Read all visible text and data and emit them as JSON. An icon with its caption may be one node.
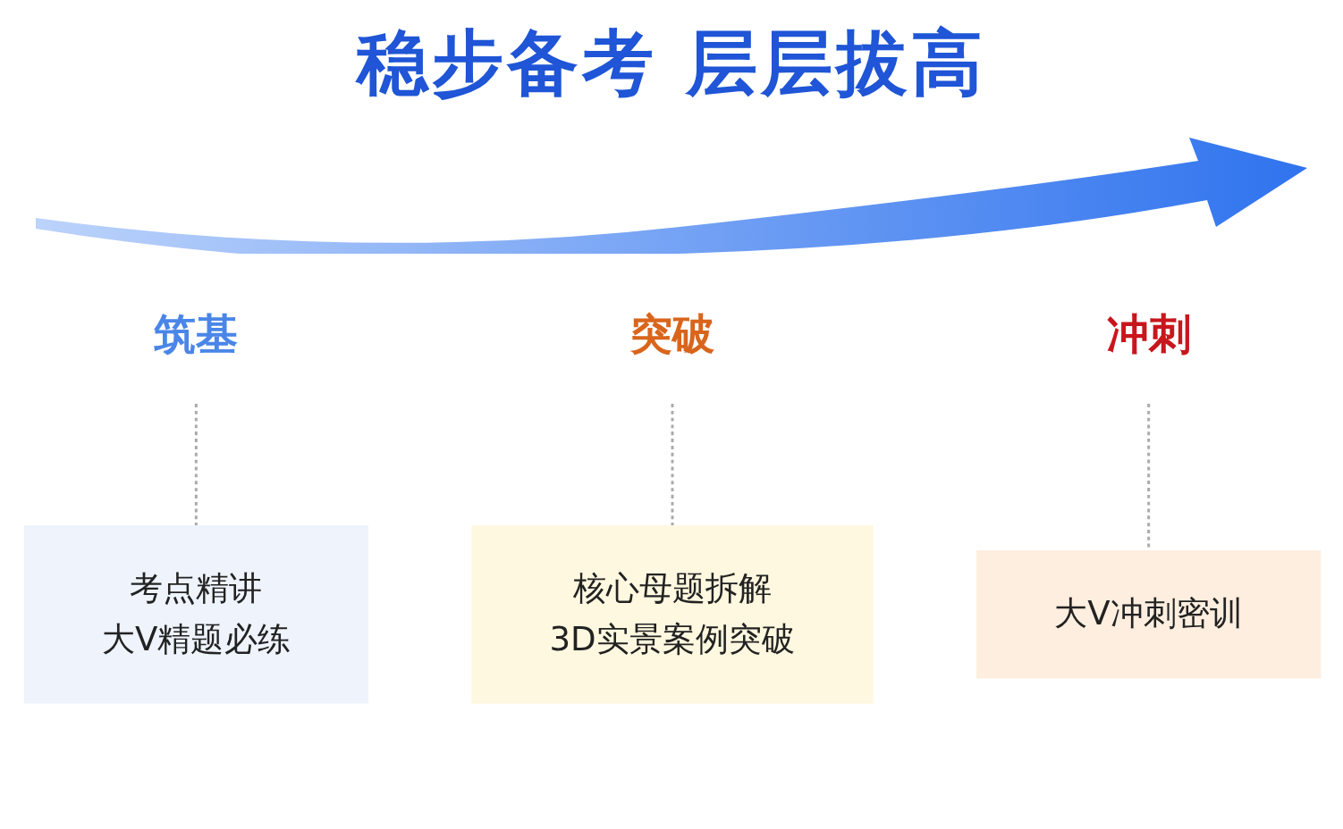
{
  "diagram": {
    "title": "稳步备考 层层拔高",
    "nodes": [
      {
        "text": [
          "筑基"
        ]
      },
      {
        "text": [
          "突破"
        ]
      },
      {
        "text": [
          "冲刺"
        ]
      },
      {
        "text": [
          "考点精讲",
          "大V精题必练"
        ]
      },
      {
        "text": [
          "核心母题拆解",
          "3D实景案例突破"
        ]
      },
      {
        "text": [
          "大V冲刺密训"
        ]
      }
    ],
    "edges": [
      {
        "from": 0,
        "to": 3,
        "arrow": "none",
        "style": "dashed"
      },
      {
        "from": 1,
        "to": 4,
        "arrow": "none",
        "style": "dashed"
      },
      {
        "from": 2,
        "to": 5,
        "arrow": "none",
        "style": "dashed"
      }
    ]
  }
}
